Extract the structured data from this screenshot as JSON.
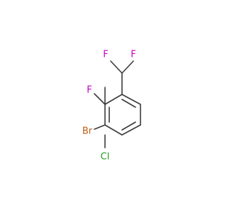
{
  "molecule": {
    "atoms": [
      {
        "id": "F1",
        "label": "F",
        "color": "#c000c0"
      },
      {
        "id": "F2",
        "label": "F",
        "color": "#c000c0"
      },
      {
        "id": "F3",
        "label": "F",
        "color": "#c000c0"
      },
      {
        "id": "Br",
        "label": "Br",
        "color": "#b8621c"
      },
      {
        "id": "Cl",
        "label": "Cl",
        "color": "#1f9e1f"
      }
    ],
    "bond_color": "#3a3a3a"
  }
}
